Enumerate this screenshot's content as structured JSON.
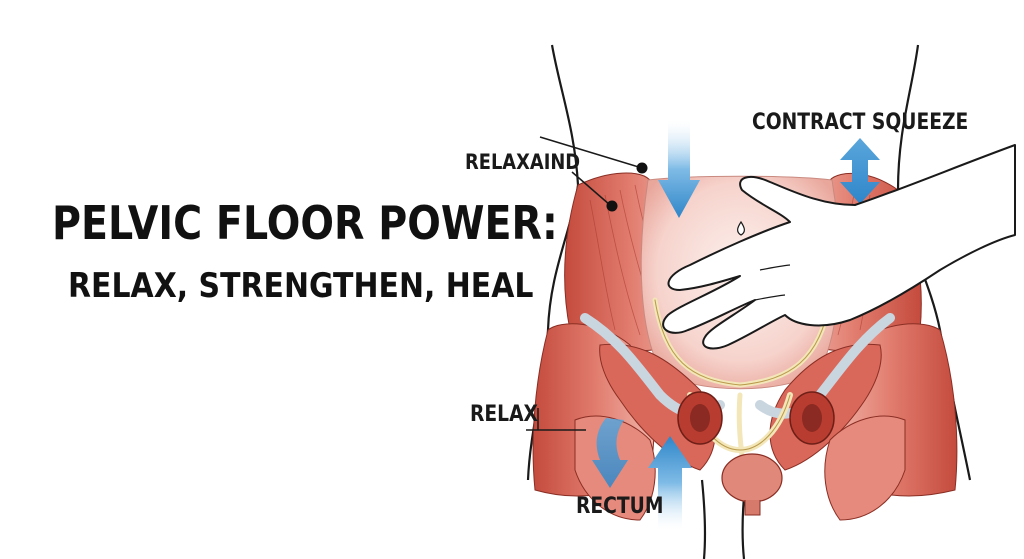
{
  "title": {
    "line1": "PELVIC FLOOR POWER:",
    "line2": "RELAX, STRENGTHEN, HEAL"
  },
  "labels": {
    "relaxaind": "RELAXAIND",
    "contract_squeeze": "CONTRACT SQUEEZE",
    "relax": "RELAX",
    "rectum": "RECTUM"
  },
  "colors": {
    "muscle": "#cc5a4a",
    "muscle_light": "#e8938a",
    "arrow_blue": "#3a8fd0",
    "bone_cream": "#f3e6b8",
    "outline": "#1a1a1a"
  }
}
